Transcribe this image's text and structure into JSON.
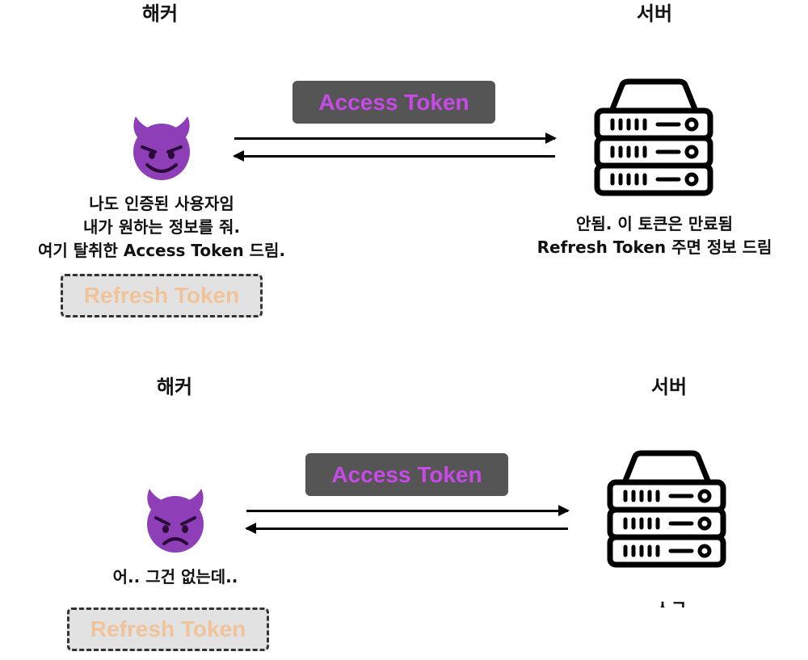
{
  "colors": {
    "token_box_bg": "#555555",
    "token_text": "#c84ae6",
    "refresh_text": "#f1c39a",
    "refresh_bg": "#e2e2e2",
    "devil_face": "#8e3fb8",
    "arrow": "#000000"
  },
  "scene1": {
    "hacker_title": "해커",
    "server_title": "서버",
    "token_label": "Access Token",
    "hacker_lines": [
      "나도  인증된 사용자임",
      "내가 원하는 정보를 줘.",
      "여기 탈취한 Access Token 드림."
    ],
    "server_lines": [
      "안됨. 이 토큰은 만료됨",
      "Refresh Token 주면 정보 드림"
    ],
    "refresh_label": "Refresh Token",
    "hacker_icon": "smiling-devil-icon",
    "server_icon": "server-rack-icon"
  },
  "scene2": {
    "hacker_title": "해커",
    "server_title": "서버",
    "token_label": "Access Token",
    "hacker_lines": [
      "어.. 그건 없는데.."
    ],
    "server_partial": "ㅅㄱ",
    "refresh_label": "Refresh Token",
    "hacker_icon": "angry-devil-icon",
    "server_icon": "server-rack-icon"
  }
}
